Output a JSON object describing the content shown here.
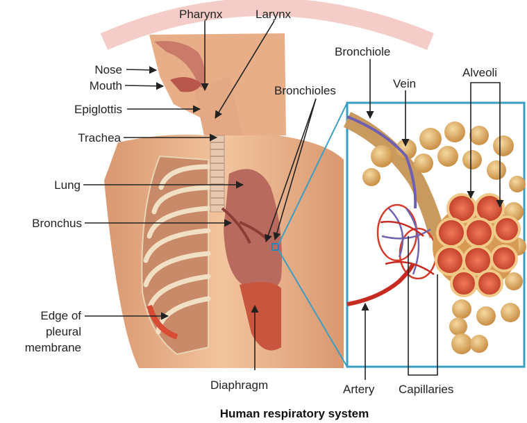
{
  "labels": {
    "pharynx": "Pharynx",
    "larynx": "Larynx",
    "nose": "Nose",
    "mouth": "Mouth",
    "epiglottis": "Epiglottis",
    "trachea": "Trachea",
    "lung": "Lung",
    "bronchus": "Bronchus",
    "edge_pleural_1": "Edge of",
    "edge_pleural_2": "pleural",
    "edge_pleural_3": "membrane",
    "diaphragm": "Diaphragm",
    "bronchioles": "Bronchioles",
    "bronchiole": "Bronchiole",
    "vein": "Vein",
    "alveoli": "Alveoli",
    "artery": "Artery",
    "capillaries": "Capillaries"
  },
  "caption": "Human respiratory system",
  "colors": {
    "skin": "#e8b48c",
    "lung": "#b86a5e",
    "muscle": "#c8553e",
    "alveoli": "#e8b870",
    "frame": "#3a9ec4",
    "watermark": "#e07060"
  }
}
